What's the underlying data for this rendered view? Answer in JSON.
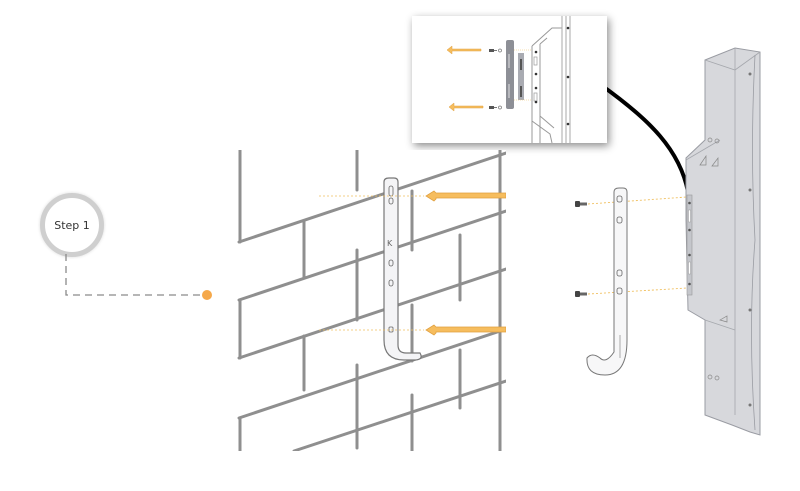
{
  "step": {
    "label": "Step 1",
    "number": 1
  },
  "colors": {
    "accent_orange": "#f5a84a",
    "arrow_fill": "#f6bd5e",
    "arrow_stroke": "#e0a040",
    "brick_line": "#8f8f8f",
    "panel_fill": "#d7d8dc",
    "panel_edge": "#9a9ca3",
    "step_ring": "#cfcfcf",
    "connector_dash": "#8a8a8a"
  },
  "illustrations": {
    "inset": {
      "description": "Detail view: remove screws and bracket strip from display back",
      "arrows": [
        "left-arrow-top",
        "left-arrow-bottom"
      ]
    },
    "wall": {
      "description": "J-hook bracket mounted on brick wall",
      "arrows": [
        "left-arrow-top",
        "left-arrow-bottom"
      ]
    },
    "panel": {
      "description": "Display panel side view with J-hook bracket and two screws"
    }
  }
}
